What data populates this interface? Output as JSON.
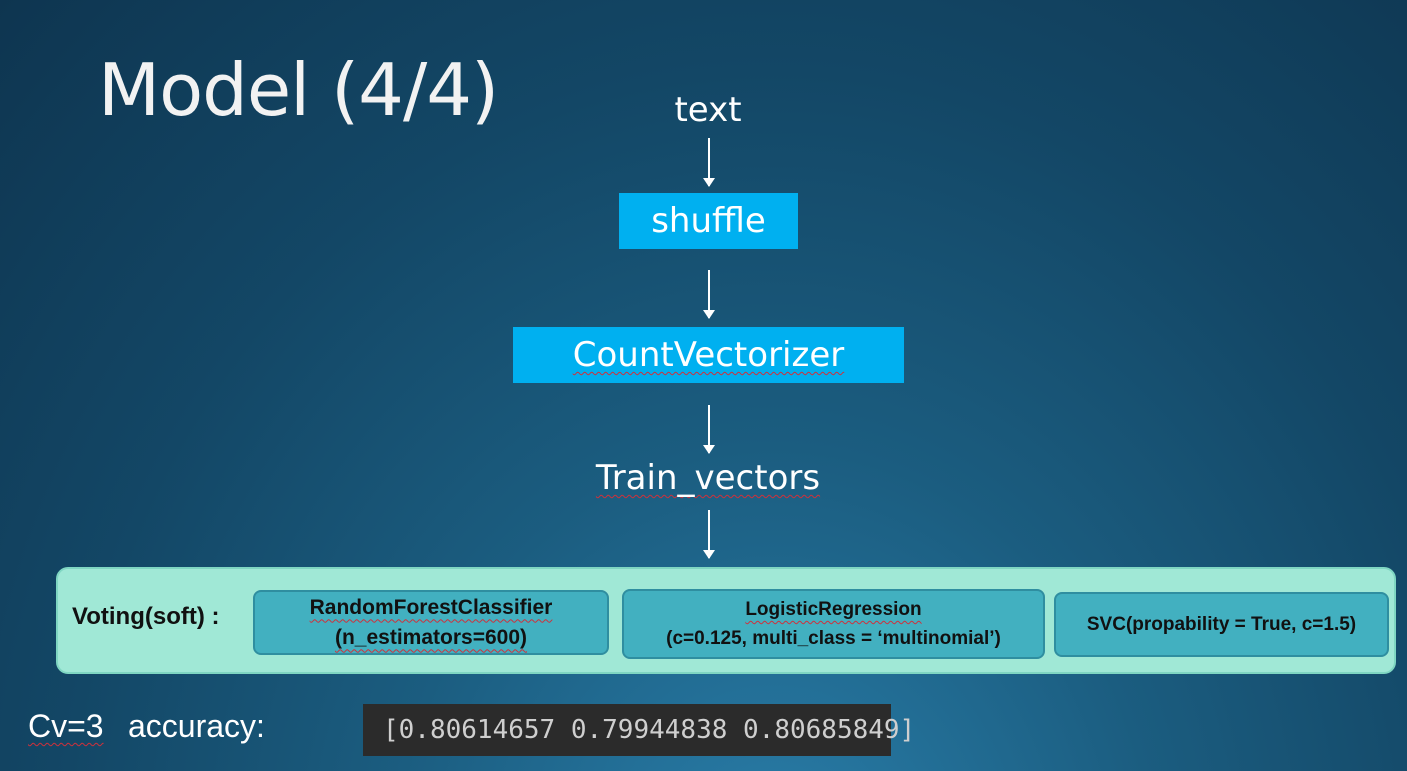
{
  "slide": {
    "title": "Model (4/4)"
  },
  "pipeline": {
    "input": "text",
    "step1": "shuffle",
    "step2": "CountVectorizer",
    "output": "Train_vectors"
  },
  "ensemble": {
    "label": "Voting(soft) :",
    "models": [
      {
        "line1": "RandomForestClassifier",
        "line2": "(n_estimators=600)"
      },
      {
        "line1": "LogisticRegression",
        "line2": "(c=0.125, multi_class = ‘multinomial’)"
      },
      {
        "line1": "SVC(propability = True, c=1.5)"
      }
    ]
  },
  "results": {
    "cv": "Cv=3",
    "accuracy_label": "accuracy:",
    "scores_text": "[0.80614657 0.79944838 0.80685849]"
  },
  "colors": {
    "flow_box": "#00b0f0",
    "ensemble_bg": "#a0e8d6",
    "model_box": "#42b0c0",
    "console_bg": "#2b2b2b"
  }
}
